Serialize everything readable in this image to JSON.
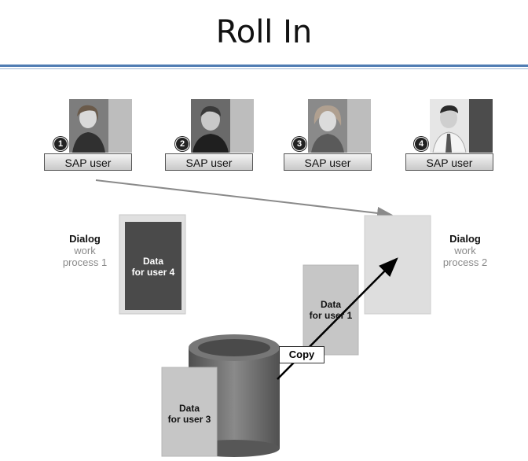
{
  "title": "Roll In",
  "users": [
    {
      "number": "1",
      "label": "SAP user"
    },
    {
      "number": "2",
      "label": "SAP user"
    },
    {
      "number": "3",
      "label": "SAP user"
    },
    {
      "number": "4",
      "label": "SAP user"
    }
  ],
  "work_process_1": {
    "line1": "Dialog",
    "line2": "work",
    "line3": "process 1"
  },
  "work_process_2": {
    "line1": "Dialog",
    "line2": "work",
    "line3": "process 2"
  },
  "cards": {
    "user4": {
      "line1": "Data",
      "line2": "for user 4"
    },
    "user1": {
      "line1": "Data",
      "line2": "for user 1"
    },
    "user3": {
      "line1": "Data",
      "line2": "for user 3"
    }
  },
  "copy_label": "Copy",
  "colors": {
    "rule": "#4f7cb3",
    "dark_card": "#4a4a4a",
    "light_card": "#c8c8c8",
    "pale_card": "#dedede",
    "db": "#6d6d6d"
  }
}
